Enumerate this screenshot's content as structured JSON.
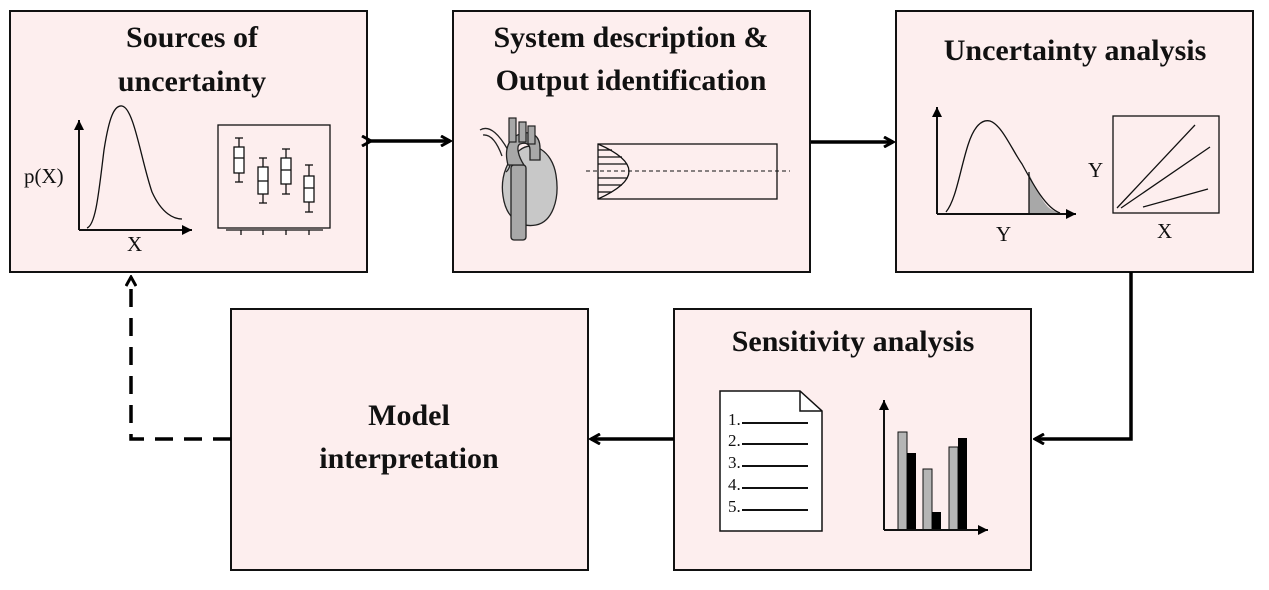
{
  "boxes": {
    "sources": {
      "title_line1": "Sources of",
      "title_line2": "uncertainty",
      "y_axis_label": "p(X)",
      "x_axis_label": "X"
    },
    "system": {
      "title_line1": "System description &",
      "title_line2": "Output identification"
    },
    "uncertainty_analysis": {
      "title": "Uncertainty analysis",
      "pdf_x_label": "Y",
      "scatter_y_label": "Y",
      "scatter_x_label": "X"
    },
    "sensitivity": {
      "title": "Sensitivity analysis",
      "ranking": [
        "1.",
        "2.",
        "3.",
        "4.",
        "5."
      ]
    },
    "model": {
      "title_line1": "Model",
      "title_line2": "interpretation"
    }
  },
  "colors": {
    "box_fill": "#fdeeee",
    "organ_gray": "#c8c8c8",
    "bar_gray": "#b5b5b5",
    "bar_black": "#000000"
  }
}
